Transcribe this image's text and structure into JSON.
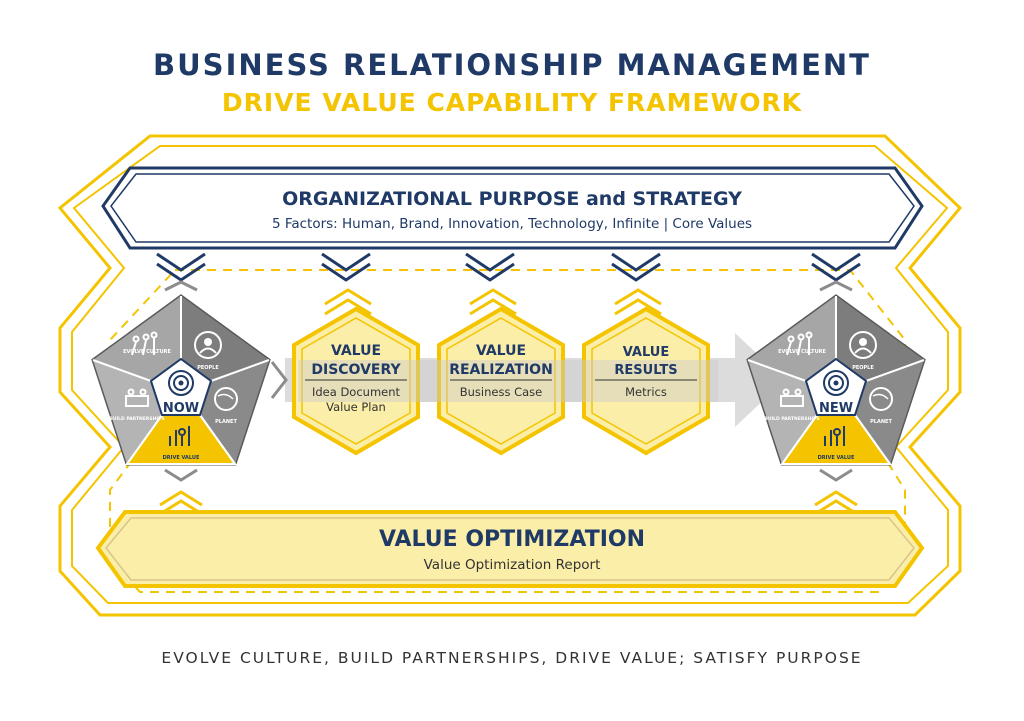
{
  "title": "BUSINESS RELATIONSHIP MANAGEMENT",
  "subtitle": "DRIVE VALUE CAPABILITY FRAMEWORK",
  "strategy": {
    "heading": "ORGANIZATIONAL PURPOSE and STRATEGY",
    "detail": "5 Factors: Human, Brand, Innovation, Technology, Infinite | Core Values"
  },
  "pentagon_left": {
    "center": "NOW",
    "segments": [
      "EVOLVE CULTURE",
      "PEOPLE",
      "PLANET",
      "DRIVE VALUE",
      "BUILD PARTNERSHIPS"
    ]
  },
  "pentagon_right": {
    "center": "NEW",
    "segments": [
      "EVOLVE CULTURE",
      "PEOPLE",
      "PLANET",
      "DRIVE VALUE",
      "BUILD PARTNERSHIPS"
    ]
  },
  "stages": [
    {
      "line1": "VALUE",
      "line2": "DISCOVERY",
      "items": [
        "Idea Document",
        "Value Plan"
      ]
    },
    {
      "line1": "VALUE",
      "line2": "REALIZATION",
      "items": [
        "Business Case"
      ]
    },
    {
      "line1": "VALUE",
      "line2": "RESULTS",
      "items": [
        "Metrics"
      ]
    }
  ],
  "optimization": {
    "heading": "VALUE OPTIMIZATION",
    "detail": "Value Optimization Report"
  },
  "footer": "EVOLVE CULTURE, BUILD PARTNERSHIPS, DRIVE VALUE; SATISFY PURPOSE",
  "colors": {
    "navy": "#1f3a66",
    "yellow": "#f4c400",
    "pale_yellow": "#fbeea9",
    "gray": "#8c8c8c"
  }
}
